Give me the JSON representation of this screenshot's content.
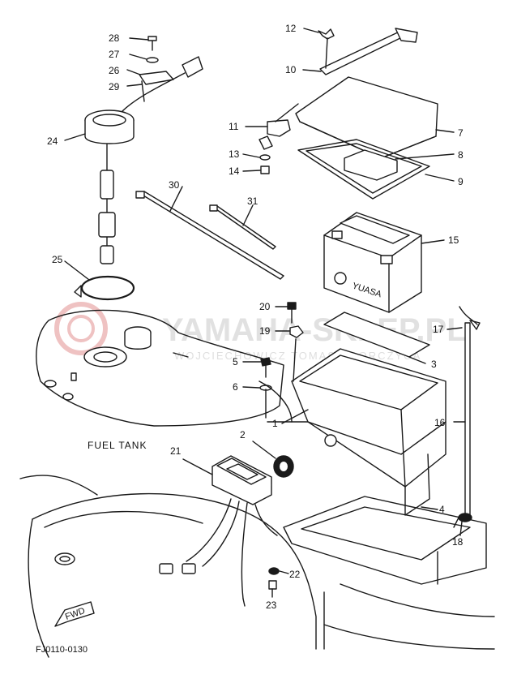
{
  "callouts": {
    "c1": "1",
    "c2": "2",
    "c3": "3",
    "c4": "4",
    "c5": "5",
    "c6": "6",
    "c7": "7",
    "c8": "8",
    "c9": "9",
    "c10": "10",
    "c11": "11",
    "c12": "12",
    "c13": "13",
    "c14": "14",
    "c15": "15",
    "c16": "16",
    "c17": "17",
    "c18": "18",
    "c19": "19",
    "c20": "20",
    "c21": "21",
    "c22": "22",
    "c23": "23",
    "c24": "24",
    "c25": "25",
    "c26": "26",
    "c27": "27",
    "c28": "28",
    "c29": "29",
    "c30": "30",
    "c31": "31"
  },
  "labels": {
    "fuel_tank": "FUEL TANK",
    "fwd": "FWD",
    "diagram_code": "FJ0110-0130",
    "battery_brand": "YUASA"
  },
  "watermark": {
    "main": "YAMAHA-SKLEP.PL",
    "sub": "WOJCIECHOWICZ TOMASZ GORCZYCA"
  },
  "colors": {
    "line": "#1a1a1a",
    "watermark": "#c9c9c9",
    "watermark_logo": "#e8a8a8"
  }
}
